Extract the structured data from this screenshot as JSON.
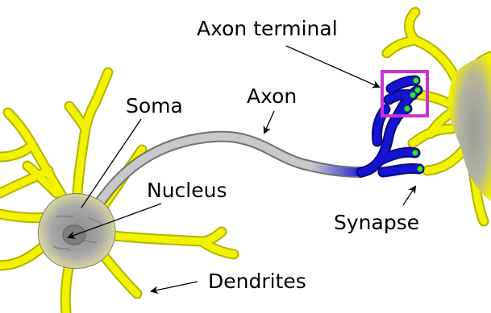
{
  "labels": {
    "axon_terminal": "Axon terminal",
    "soma": "Soma",
    "axon": "Axon",
    "nucleus": "Nucleus",
    "synapse": "Synapse",
    "dendrites": "Dendrites"
  },
  "colors": {
    "dendrite_yellow": "#f2f200",
    "dendrite_outline": "#b3b300",
    "soma_gray": "#9e9e9e",
    "axon_gray": "#cfcfcf",
    "axon_terminal_blue": "#1414d2",
    "synapse_green": "#39e639",
    "highlight_magenta": "#cc33cc"
  }
}
